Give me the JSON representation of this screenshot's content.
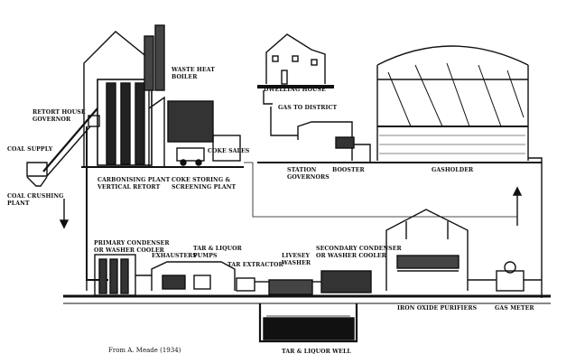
{
  "labels": {
    "waste_heat_boiler": "WASTE HEAT\nBOILER",
    "retort_house_governor": "RETORT HOUSE\nGOVERNOR",
    "coal_supply": "COAL SUPPLY",
    "coal_crushing_plant": "COAL CRUSHING\nPLANT",
    "carbonising_plant": "CARBONISING PLANT\nVERTICAL RETORT",
    "coke_storing": "COKE STORING &\nSCREENING PLANT",
    "coke_sales": "COKE SALES",
    "dwelling_house": "DWELLING HOUSE",
    "gas_to_district": "GAS TO DISTRICT",
    "station_governors": "STATION\nGOVERNORS",
    "booster": "BOOSTER",
    "gasholder": "GASHOLDER",
    "primary_condenser": "PRIMARY CONDENSER\nOR WASHER COOLER",
    "tar_liquor_pumps": "TAR & LIQUOR\nPUMPS",
    "exhausters": "EXHAUSTERS",
    "tar_extractor": "TAR EXTRACTOR",
    "livesey_washer": "LIVESEY\nWASHER",
    "secondary_condenser": "SECONDARY CONDENSER\nOR WASHER COOLER",
    "iron_oxide_purifiers": "IRON OXIDE PURIFIERS",
    "gas_meter": "GAS METER",
    "tar_liquor_well": "TAR & LIQUOR WELL"
  },
  "caption": "From  A. Meade (1934)"
}
